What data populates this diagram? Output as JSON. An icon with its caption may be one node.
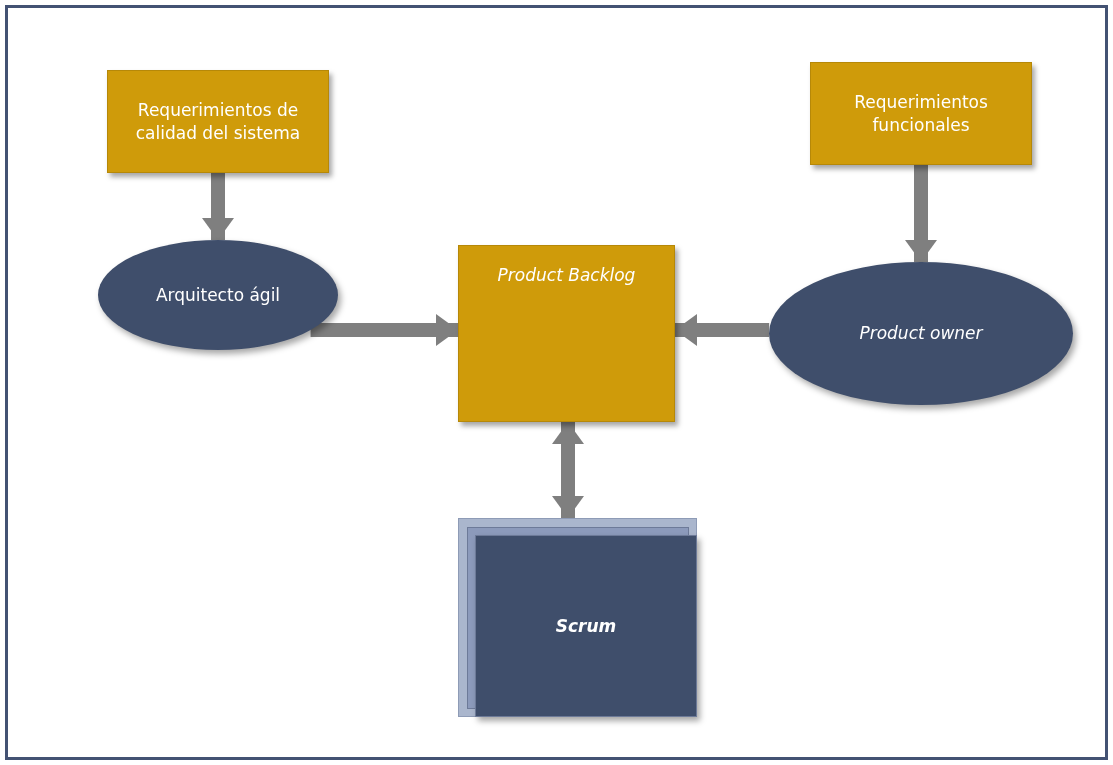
{
  "diagram": {
    "nodes": [
      {
        "text": [
          "Requerimientos de calidad del sistema"
        ]
      },
      {
        "text": [
          "Requerimientos funcionales"
        ]
      },
      {
        "text": [
          "Arquitecto ágil"
        ]
      },
      {
        "text": [
          "Product Backlog"
        ]
      },
      {
        "text": [
          "Product owner"
        ]
      },
      {
        "text": [
          "Scrum"
        ]
      }
    ],
    "edges": [
      {
        "from": 0,
        "to": 2,
        "arrow": "to"
      },
      {
        "from": 1,
        "to": 4,
        "arrow": "to"
      },
      {
        "from": 2,
        "to": 3,
        "arrow": "to"
      },
      {
        "from": 4,
        "to": 3,
        "arrow": "to"
      },
      {
        "from": 3,
        "to": 5,
        "arrow": "both"
      }
    ]
  }
}
